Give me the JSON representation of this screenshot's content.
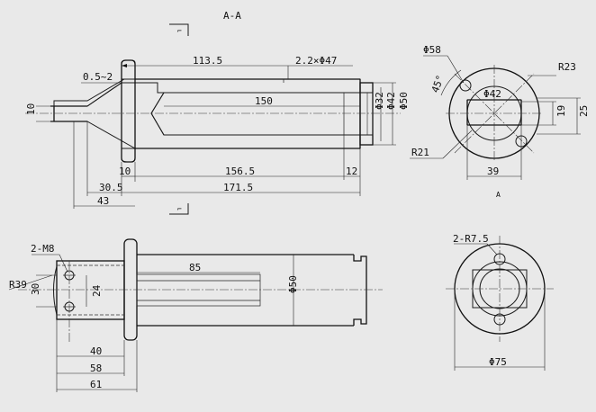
{
  "title": "A-A",
  "view_a_label": "A",
  "section_marks": [
    "⌐",
    "⌐"
  ],
  "top_view": {
    "len_113_5": "113.5",
    "chamfer_47": "2.2×Φ47",
    "chamfer_05": "0.5~2",
    "flange_10": "10",
    "bore_150": "150",
    "d32": "Φ32",
    "d42": "Φ42",
    "d50": "Φ50",
    "d10": "10",
    "d156_5": "156.5",
    "d12": "12",
    "d30_5": "30.5",
    "d171_5": "171.5",
    "d43": "43"
  },
  "end_view": {
    "d58": "Φ58",
    "ang45": "45°",
    "d42": "Φ42",
    "r23": "R23",
    "r21": "R21",
    "d19": "19",
    "d25": "25",
    "d39": "39"
  },
  "bottom_view": {
    "m8": "2-M8",
    "r39": "R39",
    "d30": "30",
    "d24": "24",
    "d85": "85",
    "d50": "Φ50",
    "d40": "40",
    "d58": "58",
    "d61": "61"
  },
  "side_view": {
    "r7_5": "2-R7.5",
    "d75": "Φ75"
  }
}
